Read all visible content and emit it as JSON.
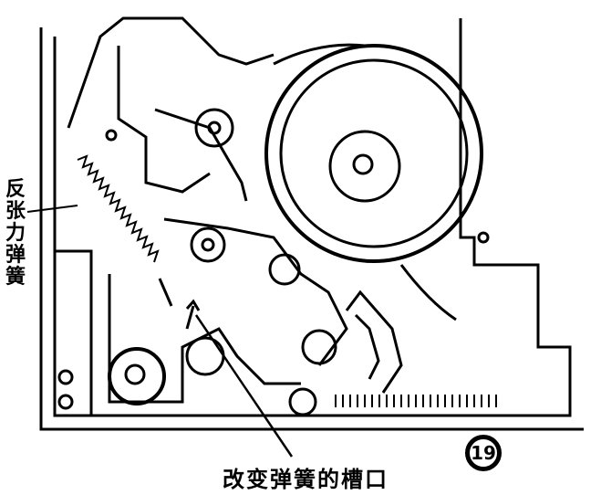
{
  "labels": {
    "anti_tension_spring": "反张力弹簧",
    "spring_slot": "改变弹簧的槽口",
    "figure_number": "19"
  }
}
